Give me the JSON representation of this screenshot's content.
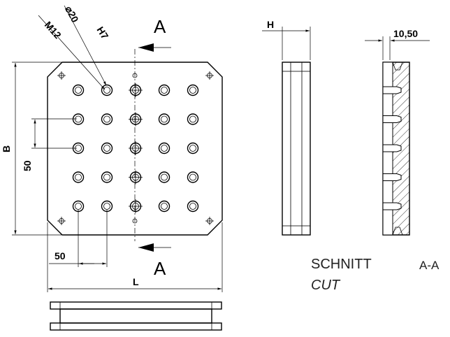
{
  "drawing": {
    "callout": {
      "thread": "M12",
      "bore": "⌀20",
      "fit": "H7"
    },
    "section_mark_top": "A",
    "section_mark_bottom": "A",
    "dim_height": "B",
    "dim_pitch_vertical": "50",
    "dim_pitch_horizontal": "50",
    "dim_length": "L",
    "dim_thickness": "H",
    "dim_offset": "10,50",
    "caption_title": "SCHNITT",
    "caption_section": "A-A",
    "caption_subtitle": "CUT"
  },
  "hole_grid": {
    "rows": 5,
    "columns": 5,
    "threaded_column_index": 2
  }
}
